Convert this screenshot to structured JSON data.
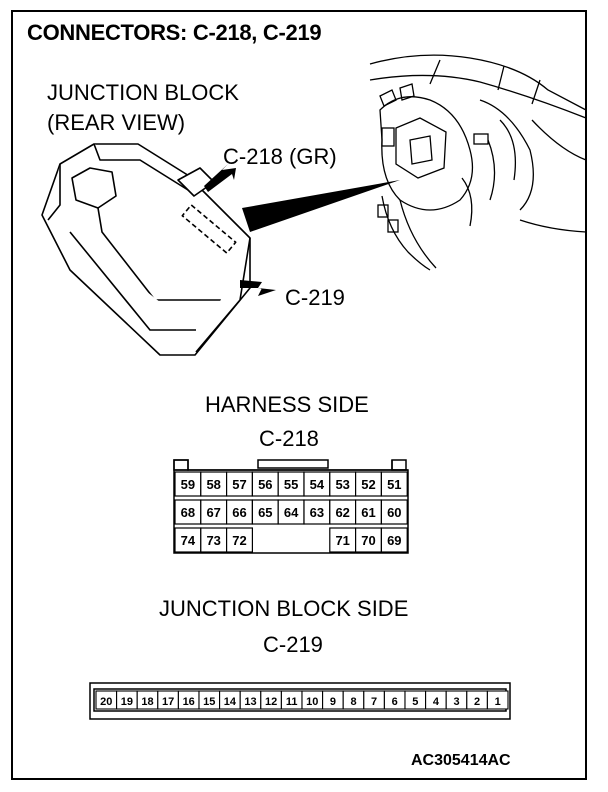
{
  "title": "CONNECTORS: C-218, C-219",
  "junction_block": {
    "line1": "JUNCTION BLOCK",
    "line2": "(REAR VIEW)"
  },
  "callouts": {
    "c218": "C-218 (GR)",
    "c219": "C-219"
  },
  "harness_side": {
    "heading": "HARNESS SIDE",
    "connector": "C-218",
    "rows": [
      [
        "59",
        "58",
        "57",
        "56",
        "55",
        "54",
        "53",
        "52",
        "51"
      ],
      [
        "68",
        "67",
        "66",
        "65",
        "64",
        "63",
        "62",
        "61",
        "60"
      ],
      [
        "74",
        "73",
        "72",
        "71",
        "70",
        "69"
      ]
    ]
  },
  "junction_block_side": {
    "heading": "JUNCTION BLOCK SIDE",
    "connector": "C-219",
    "pins": [
      "20",
      "19",
      "18",
      "17",
      "16",
      "15",
      "14",
      "13",
      "12",
      "11",
      "10",
      "9",
      "8",
      "7",
      "6",
      "5",
      "4",
      "3",
      "2",
      "1"
    ]
  },
  "figure_code": "AC305414AC"
}
